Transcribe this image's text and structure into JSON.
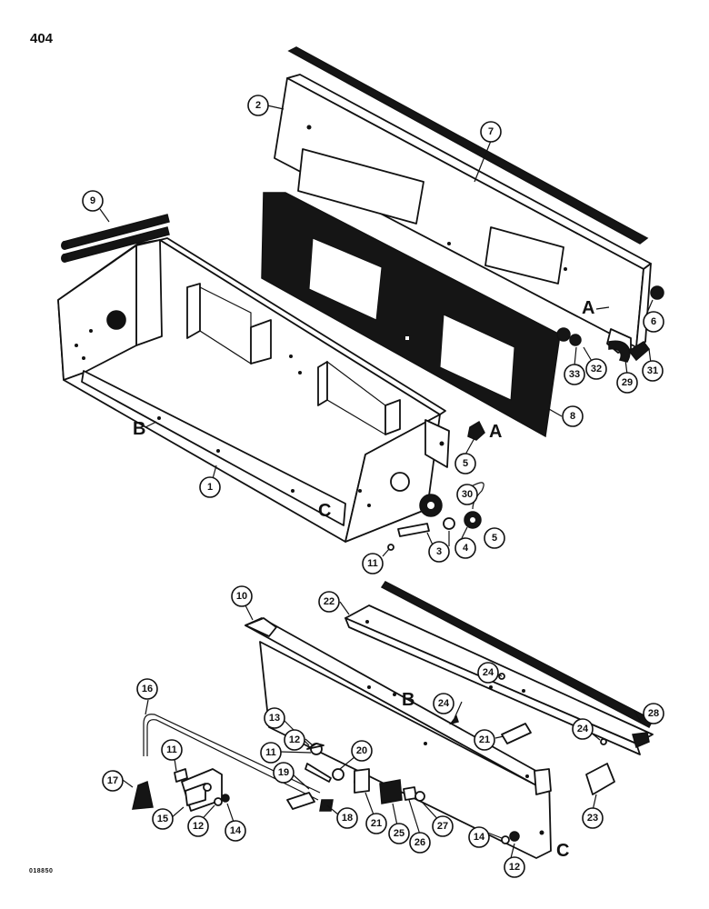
{
  "page_number": "404",
  "figure_code": "018850",
  "reference_letters": {
    "a_upper": "A",
    "a_lower": "A",
    "b_box": "B",
    "b_bracket": "B",
    "c_box": "C",
    "c_bracket": "C"
  },
  "callouts": {
    "c1": "1",
    "c2": "2",
    "c3": "3",
    "c4": "4",
    "c5a": "5",
    "c5b": "5",
    "c6": "6",
    "c7": "7",
    "c8": "8",
    "c9": "9",
    "c10": "10",
    "c11a": "11",
    "c11b": "11",
    "c11c": "11",
    "c12a": "12",
    "c12b": "12",
    "c12c": "12",
    "c13": "13",
    "c14a": "14",
    "c14b": "14",
    "c15": "15",
    "c16": "16",
    "c17": "17",
    "c18": "18",
    "c19": "19",
    "c20": "20",
    "c21a": "21",
    "c21b": "21",
    "c22": "22",
    "c23": "23",
    "c24a": "24",
    "c24b": "24",
    "c24c": "24",
    "c25": "25",
    "c26": "26",
    "c27": "27",
    "c28": "28",
    "c29": "29",
    "c30": "30",
    "c31": "31",
    "c32": "32",
    "c33": "33"
  }
}
